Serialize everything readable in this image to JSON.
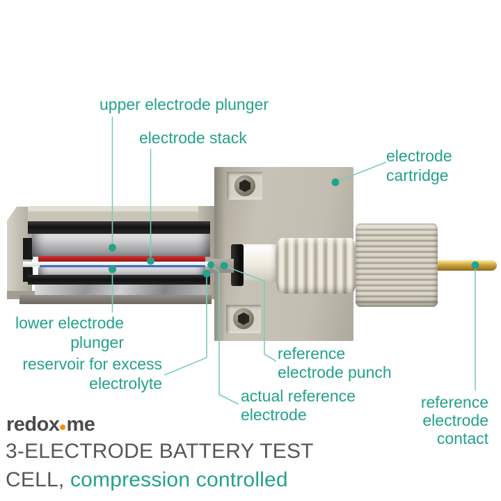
{
  "colors": {
    "accent_teal": "#23a28a",
    "leader_teal": "#7ecbb7",
    "title_grey": "#55565a",
    "logo_grey": "#4a4b4d",
    "logo_orange": "#f39200",
    "electrode_red": "#b01e1e",
    "electrode_blue": "#3f6fc0",
    "contact_gold": "#cda43f"
  },
  "labels": {
    "upper_plunger": {
      "text": "upper electrode plunger"
    },
    "stack": {
      "text": "electrode stack"
    },
    "cartridge": {
      "line1": "electrode",
      "line2": "cartridge"
    },
    "lower_plunger": {
      "line1": "lower electrode",
      "line2": "plunger"
    },
    "reservoir": {
      "line1": "reservoir for excess",
      "line2": "electrolyte"
    },
    "punch": {
      "line1": "reference",
      "line2": "electrode punch"
    },
    "actual_ref": {
      "line1": "actual reference",
      "line2": "electrode"
    },
    "contact": {
      "line1": "reference",
      "line2": "electrode",
      "line3": "contact"
    }
  },
  "logo": {
    "part1": "redox",
    "part2": "me"
  },
  "title": {
    "line1": "3-ELECTRODE BATTERY TEST",
    "cell": "CELL,",
    "highlight": "compression controlled"
  }
}
